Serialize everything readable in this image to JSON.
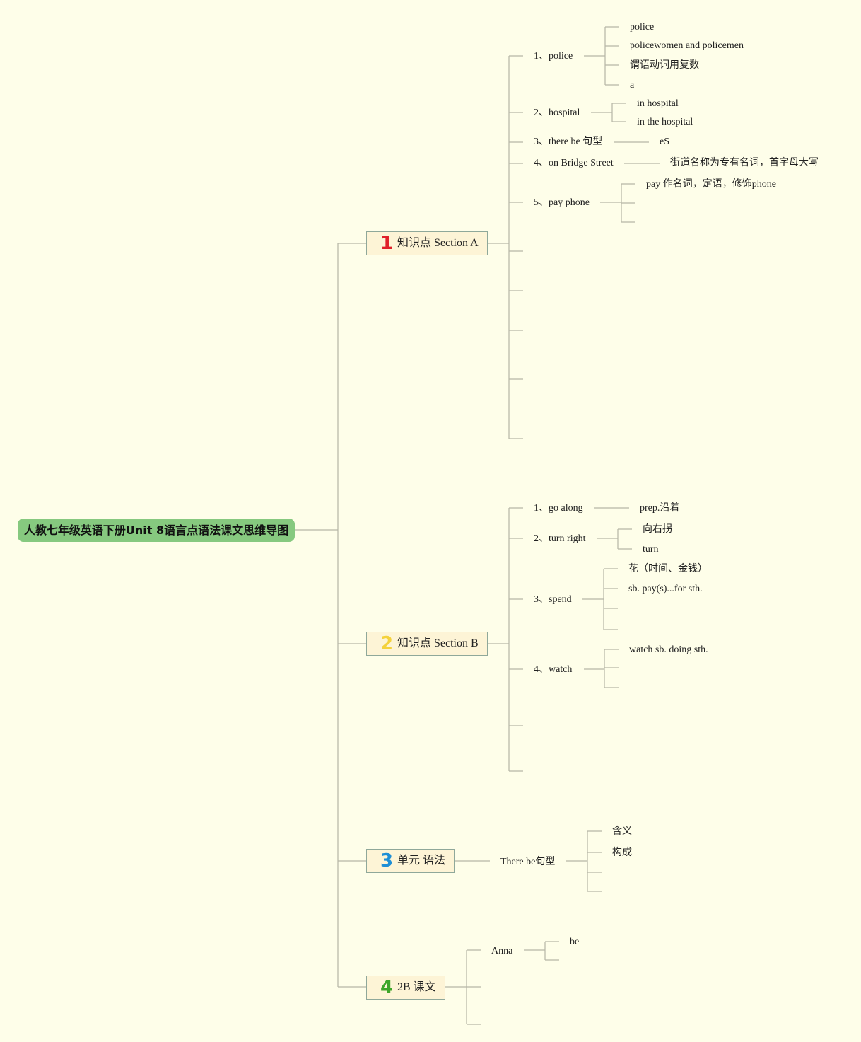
{
  "root": "人教七年级英语下册Unit 8语言点语法课文思维导图",
  "colors": {
    "background": "#fefee9",
    "root": "#86c97f",
    "box": "#fdf4d6",
    "line": "#b8b8a8",
    "n1": "#e0202a",
    "n2": "#f4d23c",
    "n3": "#1e8fd6",
    "n4": "#3ea629"
  },
  "b1": {
    "num": "1",
    "label": "知识点 Section A",
    "i1": {
      "label": "1、police",
      "c1": "police",
      "c2": "policewomen and policemen",
      "c3": "谓语动词用复数",
      "c4": "a"
    },
    "i2": {
      "label": "2、hospital",
      "c1": "in hospital",
      "c2": "in the hospital"
    },
    "i3": {
      "label": "3、there be 句型",
      "c1": "eS"
    },
    "i4": {
      "label": "4、on Bridge Street",
      "c1": "街道名称为专有名词，首字母大写"
    },
    "i5": {
      "label": "5、pay phone",
      "c1": "pay 作名词，定语，修饰phone"
    }
  },
  "b2": {
    "num": "2",
    "label": "知识点 Section B",
    "i1": {
      "label": "1、go along",
      "c1": "prep.沿着"
    },
    "i2": {
      "label": "2、turn right",
      "c1": "向右拐",
      "c2": "turn"
    },
    "i3": {
      "label": "3、spend",
      "c1": "花（时间、金钱）",
      "c2": "sb. pay(s)...for sth."
    },
    "i4": {
      "label": "4、watch",
      "c1": "watch sb. doing sth."
    }
  },
  "b3": {
    "num": "3",
    "label": "单元 语法",
    "i1": {
      "label": "There be句型",
      "c1": "含义",
      "c2": "构成"
    }
  },
  "b4": {
    "num": "4",
    "label": "2B 课文",
    "i1": {
      "label": "Anna",
      "c1": "be"
    }
  }
}
